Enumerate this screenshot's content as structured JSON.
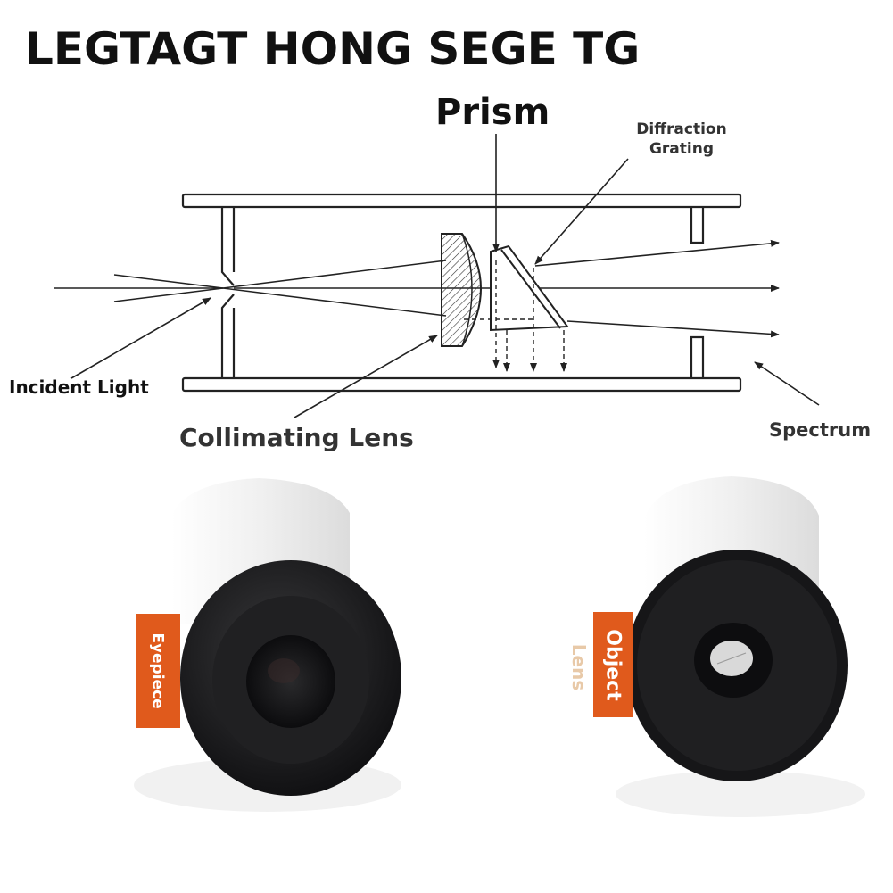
{
  "title": "LEGTAGT HONG SEGE TG",
  "labels": {
    "prism": "Prism",
    "diffraction_line1": "Diffraction",
    "diffraction_line2": "Grating",
    "incident_light": "Incident Light",
    "collimating_lens": "Collimating Lens",
    "spectrum": "Spectrum"
  },
  "photo_tags": {
    "eyepiece": "Eyepiece",
    "object": "Object",
    "lens": "Lens"
  },
  "colors": {
    "tag_orange": "#e05a1c",
    "line": "#222222",
    "tube_black": "#1b1b1d",
    "tube_white": "#ececec"
  }
}
